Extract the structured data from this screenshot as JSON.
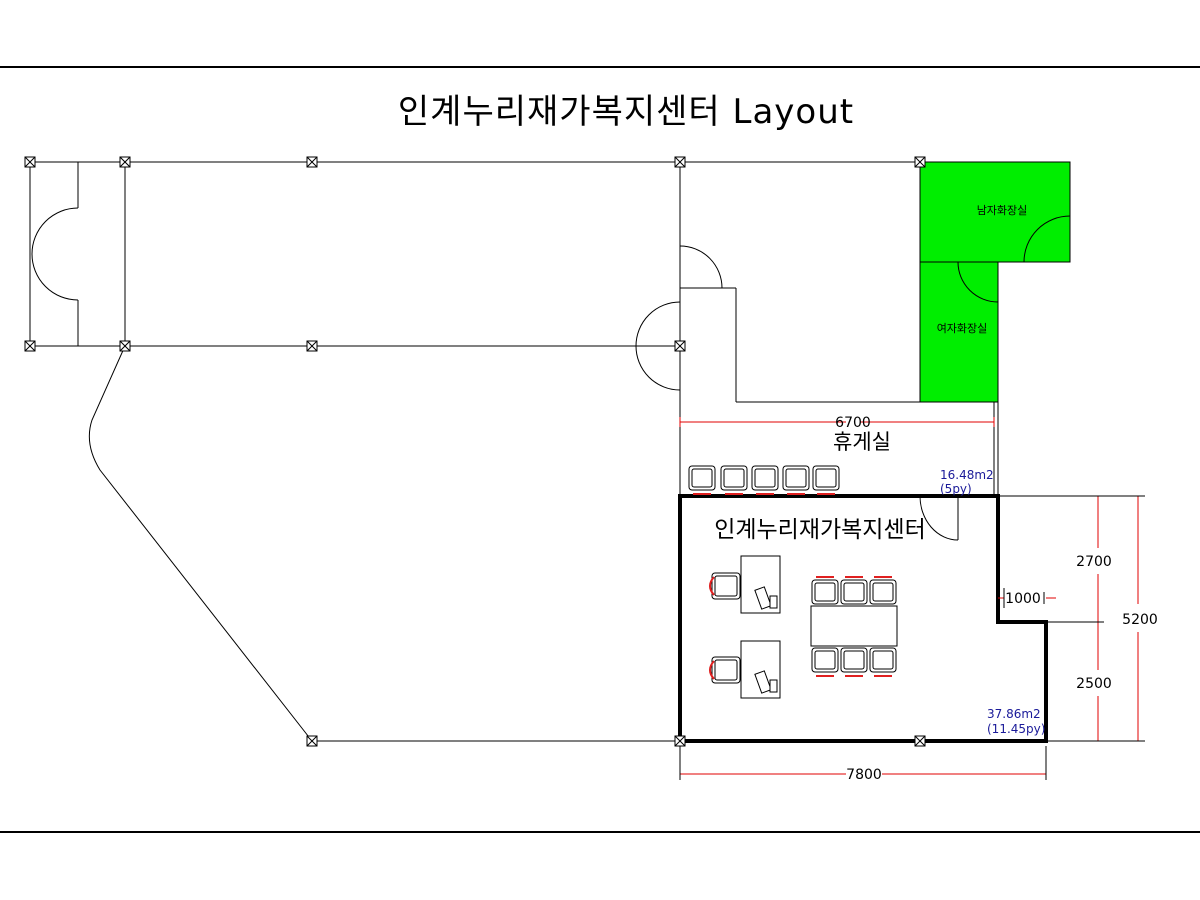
{
  "title": "인계누리재가복지센터 Layout",
  "rooms": {
    "mens_restroom": "남자화장실",
    "womens_restroom": "여자화장실",
    "lounge": "휴게실",
    "office": "인계누리재가복지센터"
  },
  "dimensions": {
    "lounge_width": "6700",
    "office_upper": "2700",
    "office_lower": "2500",
    "office_total_height": "5200",
    "office_notch": "1000",
    "office_width": "7800"
  },
  "areas": {
    "lounge_m2": "16.48m2",
    "lounge_py": "(5py)",
    "office_m2": "37.86m2",
    "office_py": "(11.45py)"
  },
  "colors": {
    "restroom": "#00ee00",
    "dimension": "#e00000",
    "area_text": "#1a1a99",
    "chair_accent": "#e02020"
  }
}
